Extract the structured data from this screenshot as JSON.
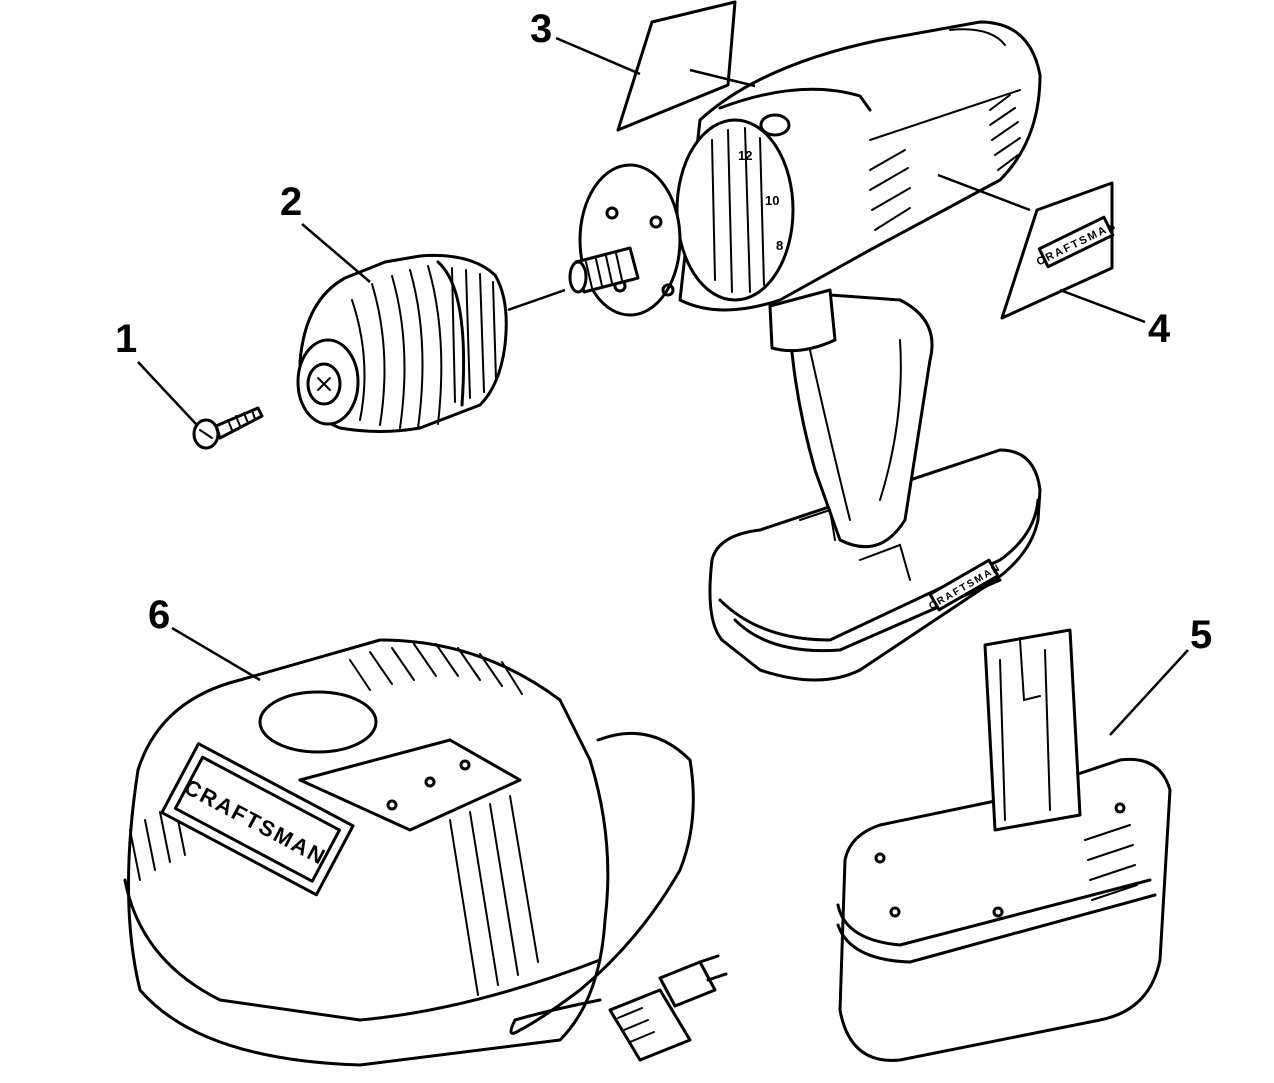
{
  "callouts": {
    "c1": "1",
    "c2": "2",
    "c3": "3",
    "c4": "4",
    "c5": "5",
    "c6": "6"
  },
  "labels": {
    "label_brand": "CRAFTSMAN",
    "charger_brand": "CRAFTSMAN",
    "battery_foot_brand": "CRAFTSMAN",
    "dial_a": "10",
    "dial_b": "12",
    "dial_c": "8"
  },
  "parts": [
    "screw",
    "chuck",
    "drill-label",
    "craftsman-label",
    "battery-pack",
    "charger"
  ]
}
